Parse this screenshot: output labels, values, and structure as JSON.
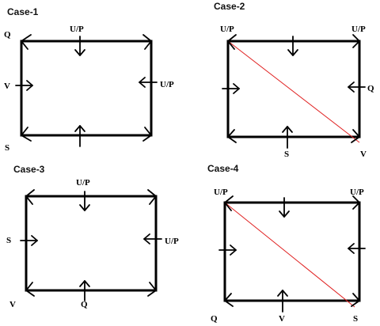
{
  "panels": [
    {
      "title": "Case-1",
      "labels": {
        "top_left": "Q",
        "top_mid": "U/P",
        "left_mid": "V",
        "right_mid": "U/P",
        "bottom_left": "S"
      },
      "has_diagonal": false
    },
    {
      "title": "Case-2",
      "labels": {
        "top_left": "U/P",
        "top_right": "U/P",
        "right_mid": "Q",
        "bottom_mid": "S",
        "bottom_right": "V"
      },
      "has_diagonal": true
    },
    {
      "title": "Case-3",
      "labels": {
        "top_mid": "U/P",
        "left_mid": "S",
        "right_mid": "U/P",
        "bottom_left": "V",
        "bottom_mid": "Q"
      },
      "has_diagonal": false
    },
    {
      "title": "Case-4",
      "labels": {
        "top_left": "U/P",
        "top_right": "U/P",
        "bottom_left": "Q",
        "bottom_mid": "V",
        "bottom_right": "S"
      },
      "has_diagonal": true
    }
  ],
  "colors": {
    "stroke": "#000000",
    "diagonal": "#e02020"
  }
}
